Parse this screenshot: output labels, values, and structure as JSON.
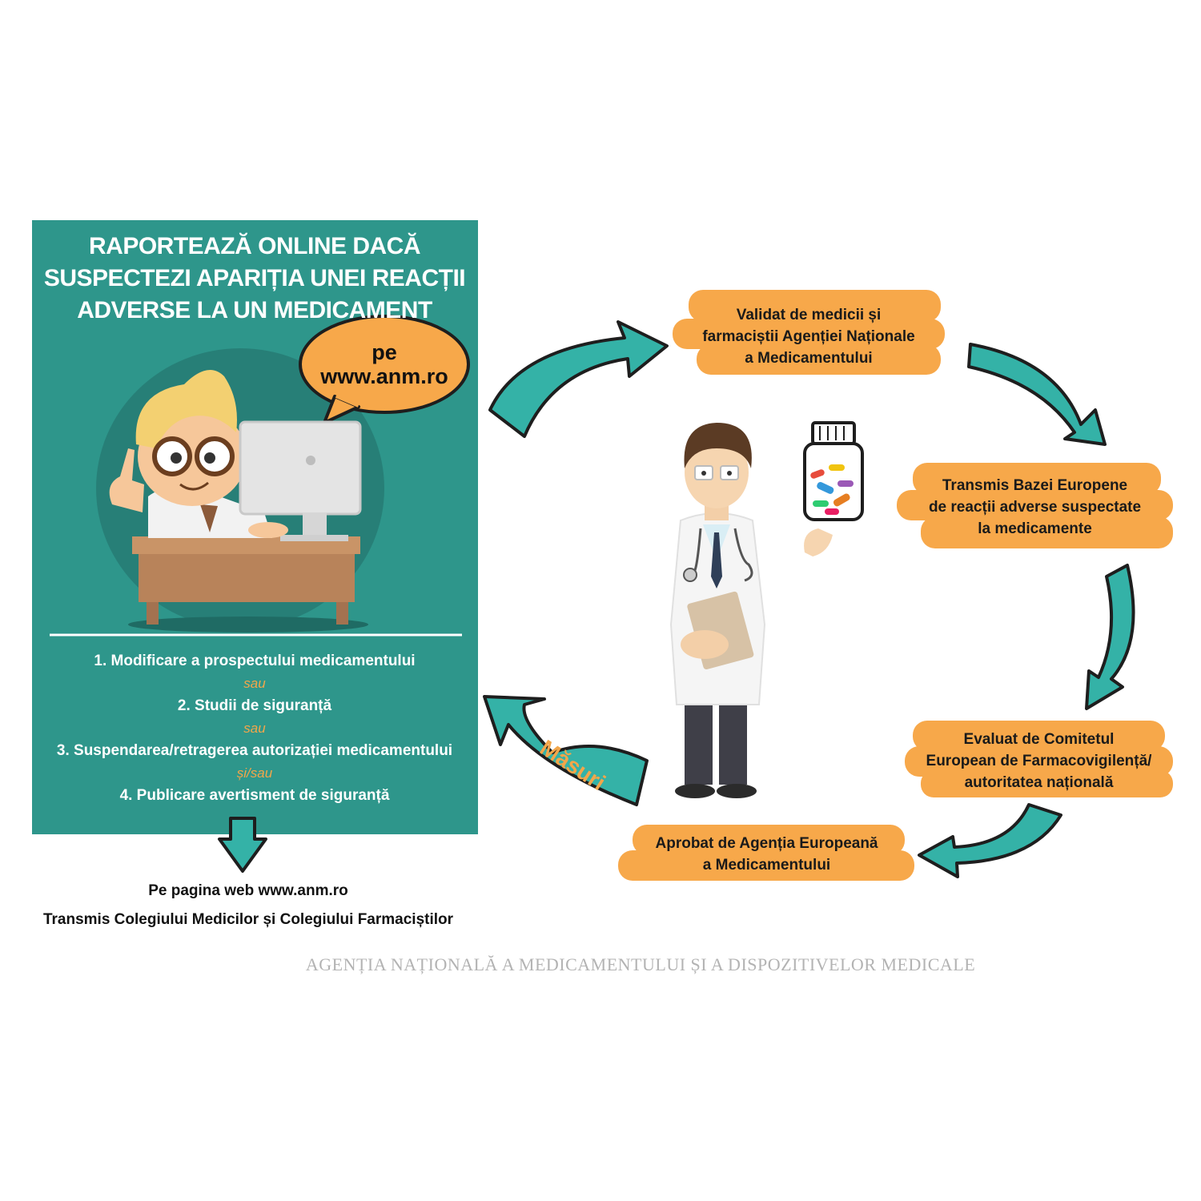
{
  "left_panel": {
    "title_lines": [
      "RAPORTEAZĂ ONLINE DACĂ",
      "SUSPECTEZI APARIȚIA UNEI REACȚII",
      "ADVERSE LA UN MEDICAMENT"
    ],
    "bubble_lines": [
      "pe",
      "www.anm.ro"
    ],
    "measures": [
      "1. Modificare a prospectului medicamentului",
      "2. Studii de siguranță",
      "3. Suspendarea/retragerea autorizației medicamentului",
      "4. Publicare avertisment de siguranță"
    ],
    "connectors": [
      "sau",
      "sau",
      "și/sau"
    ]
  },
  "below_panel": {
    "line1": "Pe pagina web www.anm.ro",
    "line2": "Transmis Colegiului Medicilor și Colegiului Farmaciștilor"
  },
  "cycle_steps": [
    {
      "lines": [
        "Validat de medicii și",
        "farmaciștii Agenției Naționale",
        "a Medicamentului"
      ]
    },
    {
      "lines": [
        "Transmis Bazei Europene",
        "de reacții adverse suspectate",
        "la medicamente"
      ]
    },
    {
      "lines": [
        "Evaluat de Comitetul",
        "European de Farmacovigilență/",
        "autoritatea națională"
      ]
    },
    {
      "lines": [
        "Aprobat de Agenția Europeană",
        "a Medicamentului"
      ]
    }
  ],
  "arrow_label": "Măsuri",
  "footer": "AGENȚIA NAȚIONALĂ A MEDICAMENTULUI ȘI A DISPOZITIVELOR MEDICALE",
  "colors": {
    "panel_teal": "#2e968b",
    "arrow_teal": "#34b2a7",
    "box_orange": "#f7a84a",
    "accent_orange": "#f2a64a",
    "outline": "#1e1e1e"
  },
  "icons": [
    "cartoon-man-at-computer",
    "speech-bubble",
    "doctor",
    "pill-bottle",
    "cycle-arrow"
  ]
}
